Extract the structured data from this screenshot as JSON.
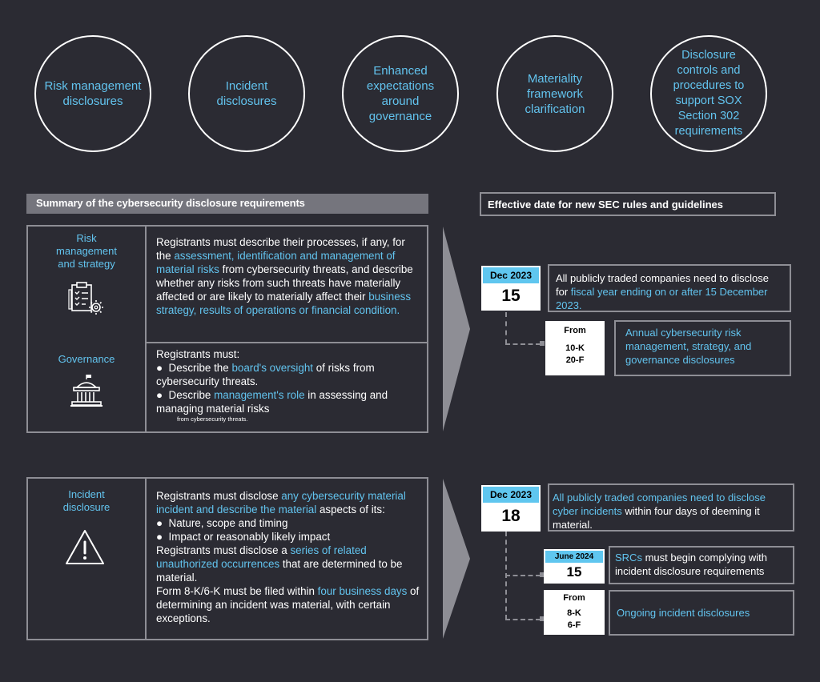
{
  "circles": [
    {
      "lines": [
        "Risk management",
        "disclosures"
      ]
    },
    {
      "lines": [
        "Incident",
        "disclosures"
      ]
    },
    {
      "lines": [
        "Enhanced",
        "expectations",
        "around",
        "governance"
      ]
    },
    {
      "lines": [
        "Materiality",
        "framework",
        "clarification"
      ]
    },
    {
      "lines": [
        "Disclosure",
        "controls and",
        "procedures to",
        "support SOX",
        "Section 302",
        "requirements"
      ]
    }
  ],
  "summary_header": "Summary of the cybersecurity disclosure requirements",
  "effective_header": "Effective date for new SEC rules and guidelines",
  "table1": {
    "risk_label": [
      "Risk",
      "management",
      "and strategy"
    ],
    "risk_desc": {
      "p1": "Registrants must describe their processes, if any, for the ",
      "h1": "assessment, identification and management of material risks",
      "p2": " from cybersecurity threats, and describe whether any risks from such threats have materially affected or are likely to materially affect their ",
      "h2": "business strategy, results of operations or financial condition."
    },
    "gov_label": "Governance",
    "gov_desc": {
      "intro": "Registrants must:",
      "b1_pre": "Describe the ",
      "b1_hl": "board's oversight",
      "b1_post": " of risks from cybersecurity threats.",
      "b2_pre": "Describe ",
      "b2_hl": "management's role",
      "b2_post": " in assessing and managing material risks",
      "tiny": "from cybersecurity threats."
    }
  },
  "table2": {
    "label": [
      "Incident",
      "disclosure"
    ],
    "desc": {
      "p1": "Registrants must disclose ",
      "h1": "any cybersecurity material incident and describe the material",
      "p2": " aspects of its:",
      "b1": "Nature, scope and timing",
      "b2": "Impact or reasonably likely impact",
      "p3": "Registrants must disclose a ",
      "h2": "series of related unauthorized occurrences",
      "p4": " that are determined to be material.",
      "p5": "Form 8-K/6-K must be filed within ",
      "h3": "four business days",
      "p6": " of determining an incident was material, with certain exceptions."
    }
  },
  "timeline1": {
    "month": "Dec 2023",
    "day": "15",
    "info_pre": "All publicly traded companies need to disclose for ",
    "info_hl": "fiscal year ending on or after 15 December 2023.",
    "from_label": "From",
    "forms": [
      "10-K",
      "20-F"
    ],
    "from_desc": "Annual cybersecurity risk management, strategy, and governance disclosures"
  },
  "timeline2": {
    "month": "Dec 2023",
    "day": "18",
    "info_hl": "All publicly traded companies need to disclose cyber incidents",
    "info_post": " within four days of deeming it material.",
    "sub_month": "June 2024",
    "sub_day": "15",
    "src_hl": "SRCs",
    "src_post": " must begin complying with incident disclosure requirements",
    "from_label": "From",
    "forms": [
      "8-K",
      "6-F"
    ],
    "from_desc": "Ongoing incident disclosures"
  },
  "colors": {
    "background": "#2b2b33",
    "accent": "#62c3ee",
    "border": "#8e8e95",
    "header": "#75757d"
  }
}
